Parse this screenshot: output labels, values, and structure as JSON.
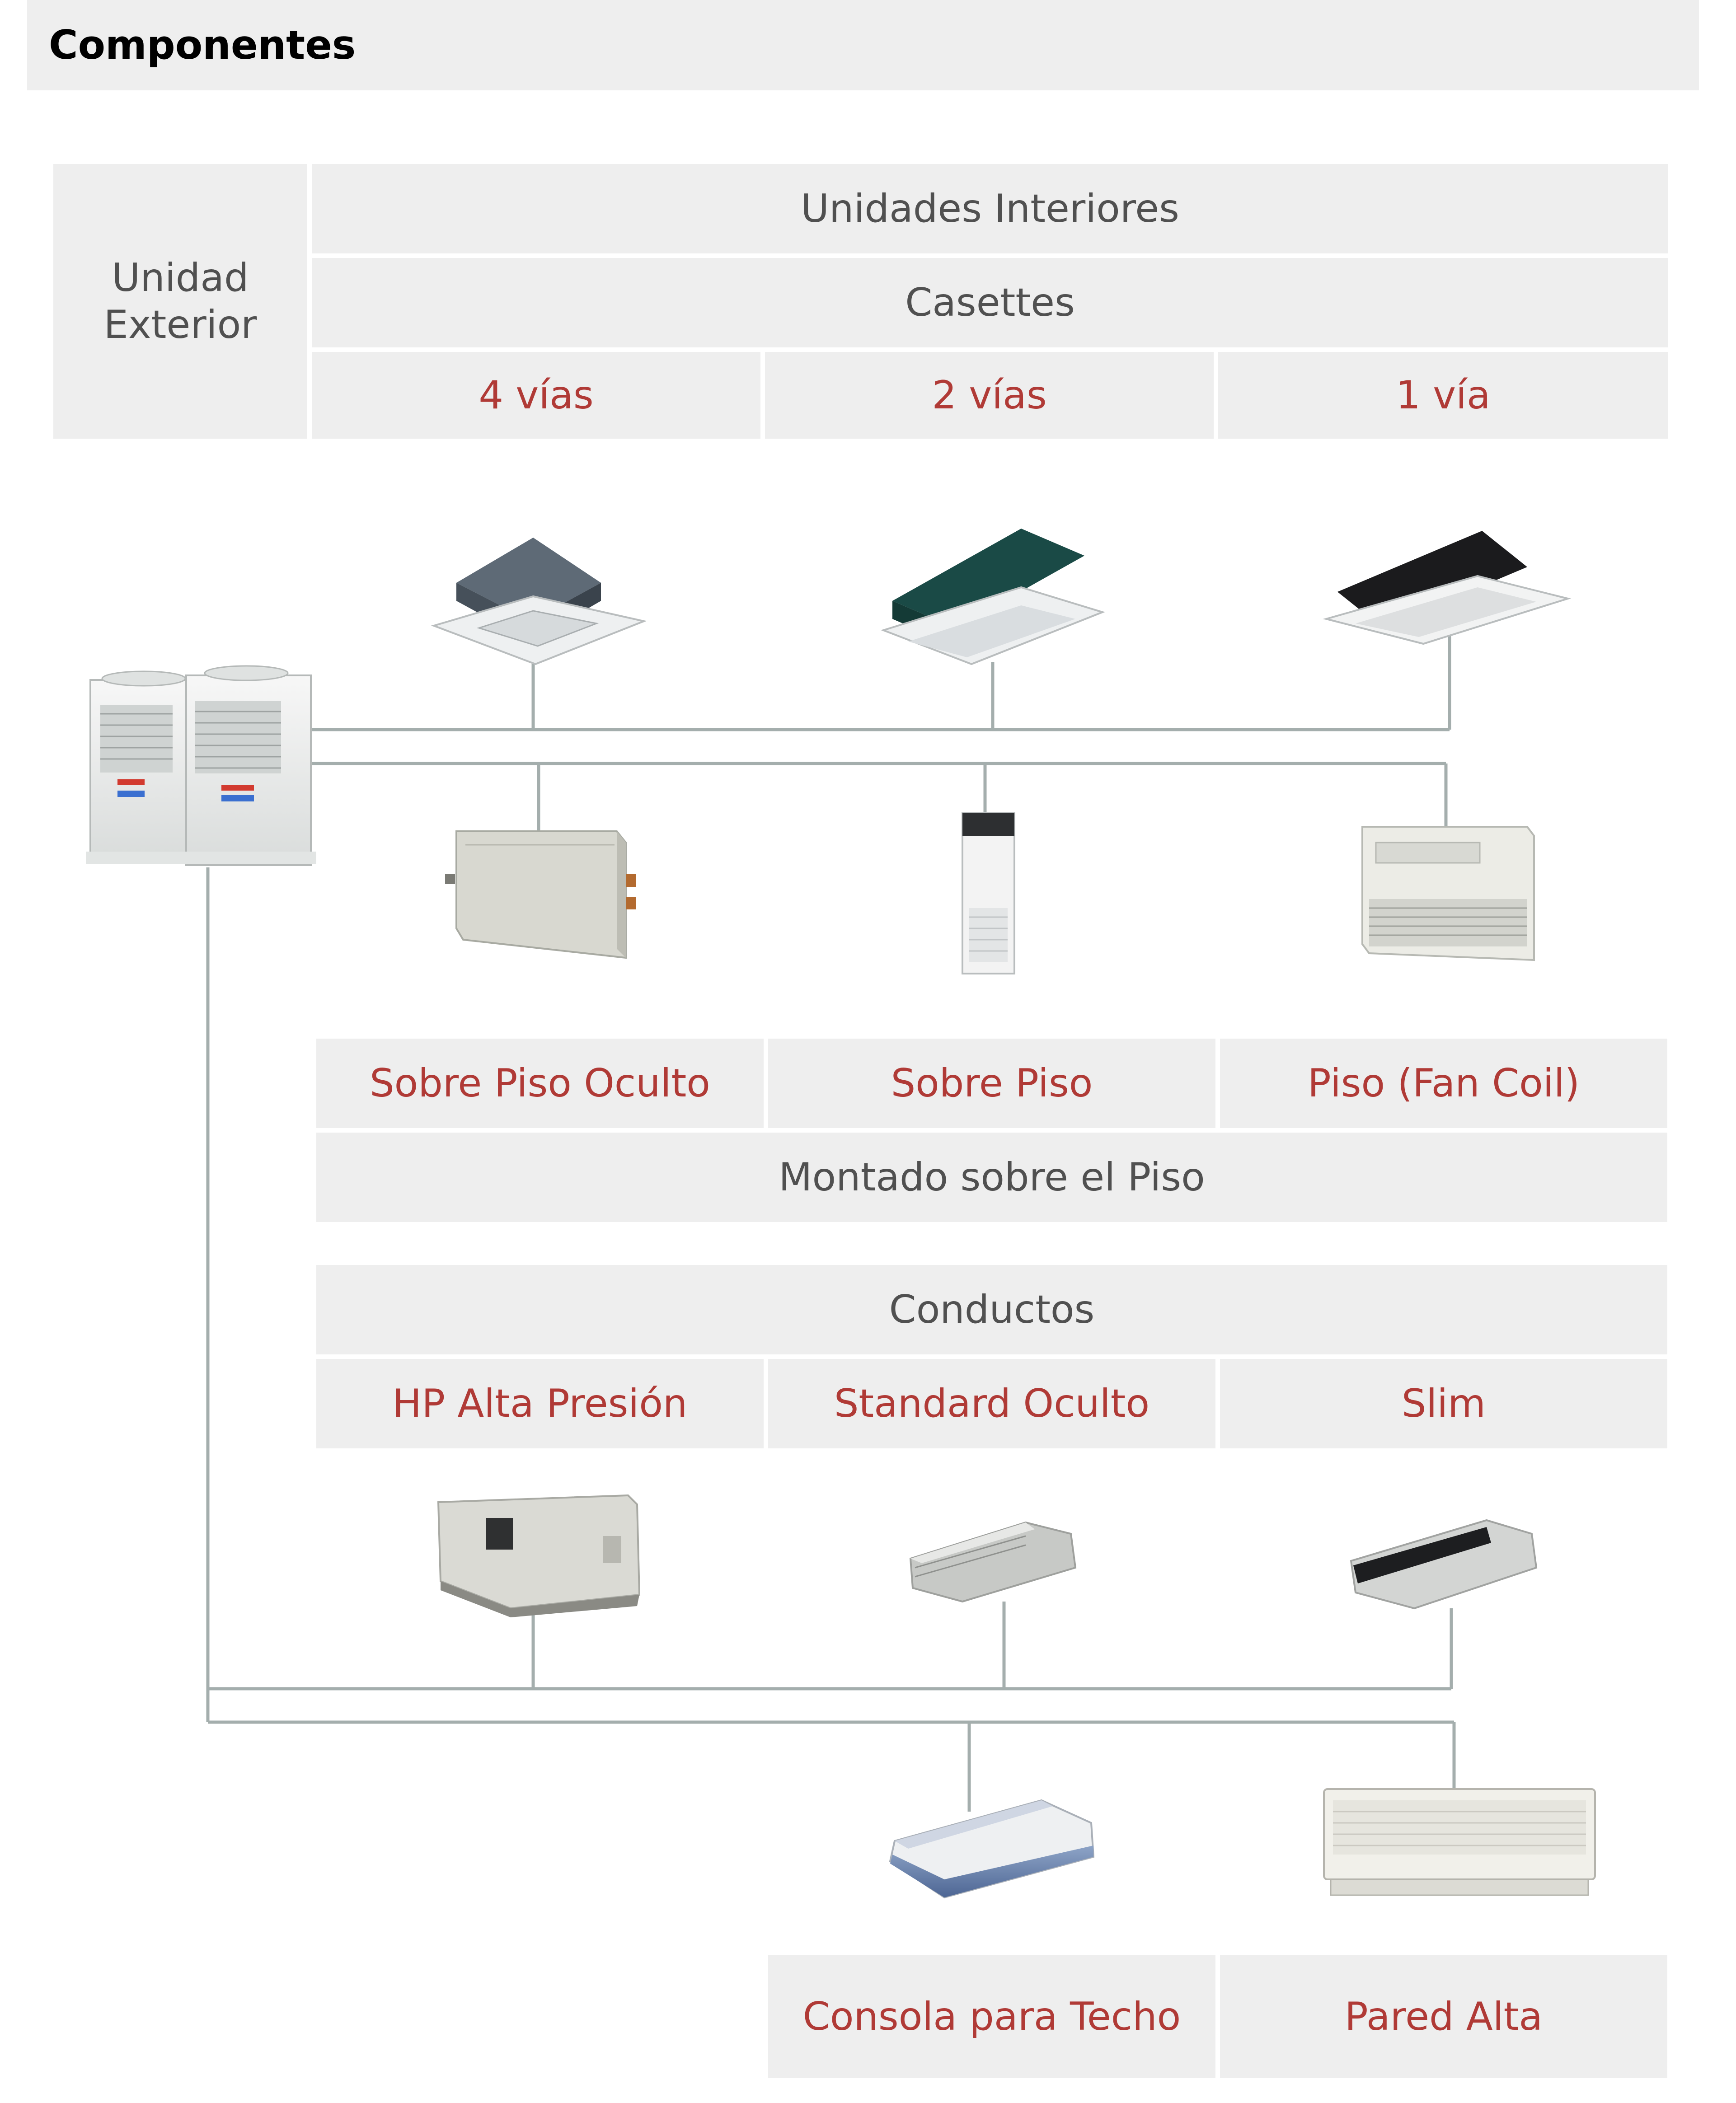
{
  "header": {
    "title": "Componentes"
  },
  "top_table": {
    "outdoor_label": "Unidad Exterior",
    "indoor_units_label": "Unidades Interiores",
    "cassettes_label": "Casettes",
    "cassette_types": [
      "4 vías",
      "2 vías",
      "1 vía"
    ]
  },
  "floor_group": {
    "types": [
      "Sobre Piso Oculto",
      "Sobre Piso",
      "Piso (Fan Coil)"
    ],
    "group_label": "Montado sobre el Piso"
  },
  "duct_group": {
    "group_label": "Conductos",
    "types": [
      "HP Alta Presión",
      "Standard Oculto",
      "Slim"
    ]
  },
  "ceiling_wall_group": {
    "types": [
      "Consola para Techo",
      "Pared Alta"
    ]
  },
  "colors": {
    "cell_background": "#eeeeee",
    "dark_text": "#505050",
    "red_text": "#b03a36",
    "pipe": "#a4aead"
  },
  "icons": {
    "outdoor_unit": "outdoor-unit-icon",
    "cassette_4way": "cassette-4-way-icon",
    "cassette_2way": "cassette-2-way-icon",
    "cassette_1way": "cassette-1-way-icon",
    "concealed_floor": "concealed-floor-unit-icon",
    "floor_standing": "floor-standing-unit-icon",
    "fan_coil": "fan-coil-unit-icon",
    "duct_high_pressure": "high-pressure-duct-icon",
    "duct_standard": "standard-duct-icon",
    "duct_slim": "slim-duct-icon",
    "ceiling_console": "ceiling-console-icon",
    "high_wall": "high-wall-unit-icon"
  }
}
